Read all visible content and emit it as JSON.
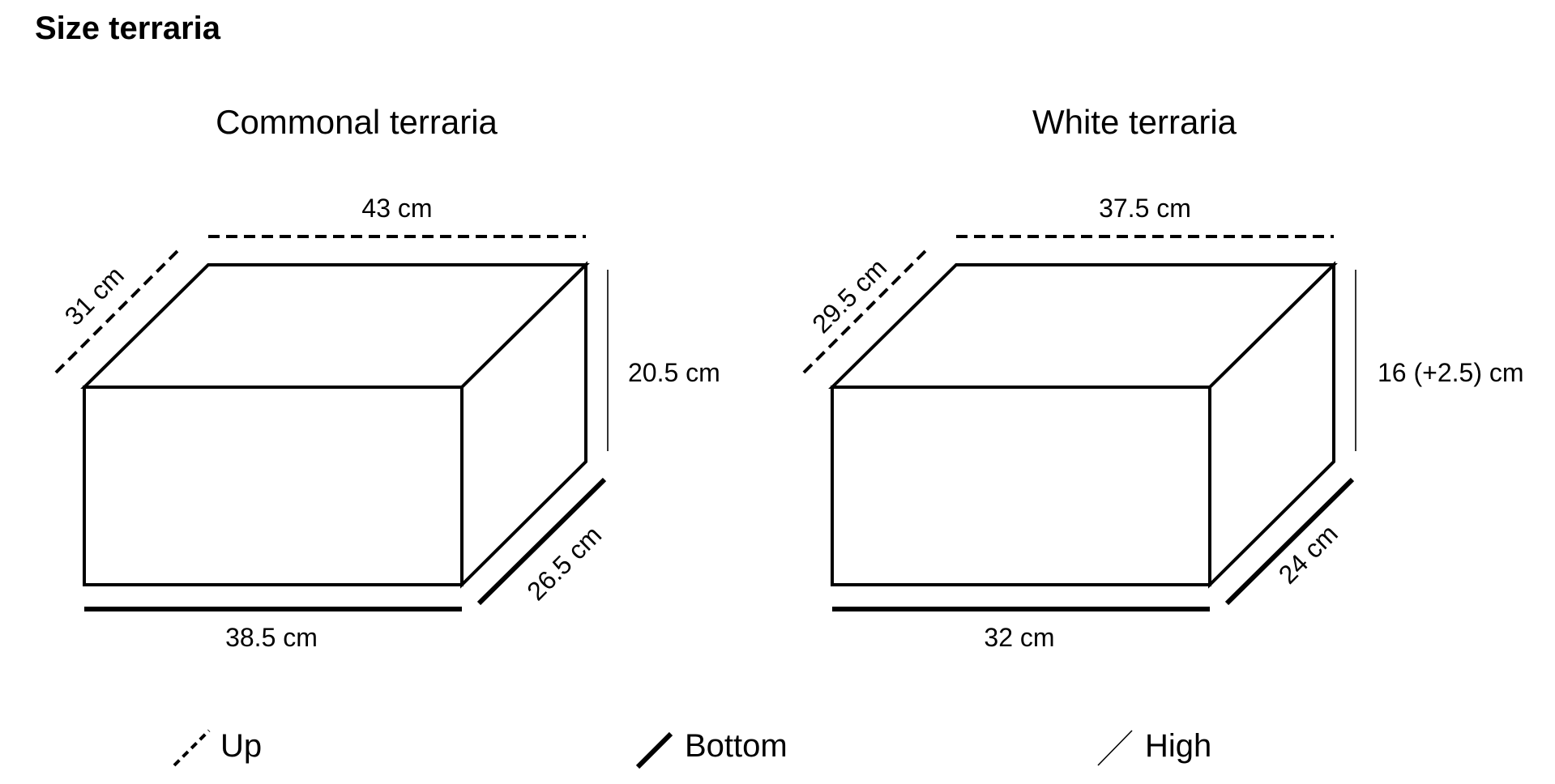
{
  "title": "Size terraria",
  "boxes": [
    {
      "title": "Commonal terraria",
      "up_width": "43 cm",
      "up_depth": "31 cm",
      "height": "20.5 cm",
      "bottom_depth": "26.5 cm",
      "bottom_width": "38.5 cm"
    },
    {
      "title": "White terraria",
      "up_width": "37.5 cm",
      "up_depth": "29.5 cm",
      "height": "16 (+2.5) cm",
      "bottom_depth": "24 cm",
      "bottom_width": "32 cm"
    }
  ],
  "legend": {
    "up": "Up",
    "bottom": "Bottom",
    "high": "High"
  }
}
